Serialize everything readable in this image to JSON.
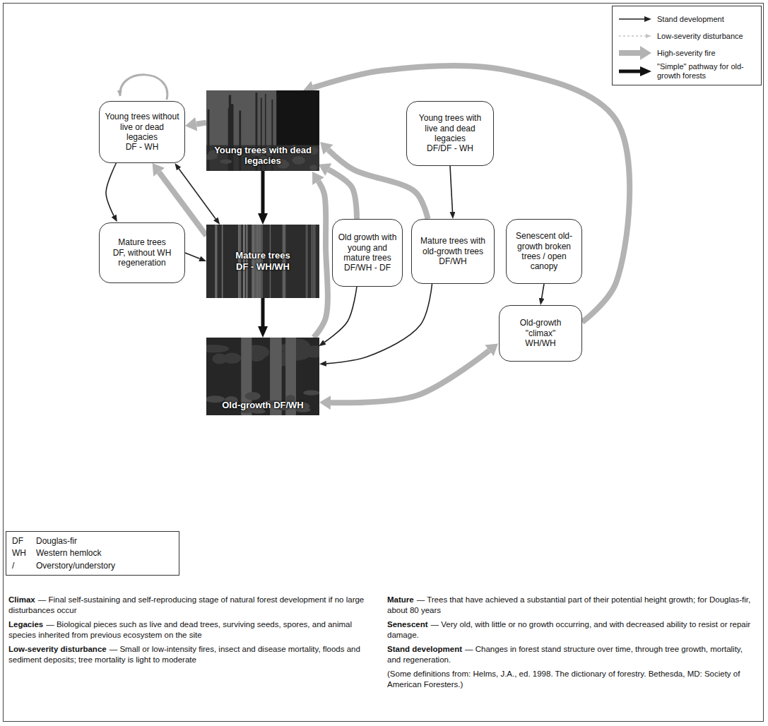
{
  "diagram": {
    "nodes": [
      {
        "text": [
          "Young trees without live or dead legacies",
          "DF - WH"
        ]
      },
      {
        "text": [
          "Young trees with dead legacies"
        ]
      },
      {
        "text": [
          "Young trees with live and dead legacies",
          "DF/DF - WH"
        ]
      },
      {
        "text": [
          "Mature trees",
          "DF, without WH regeneration"
        ]
      },
      {
        "text": [
          "Mature trees",
          "DF - WH/WH"
        ]
      },
      {
        "text": [
          "Old growth with young and mature trees",
          "DF/WH - DF"
        ]
      },
      {
        "text": [
          "Mature trees with old-growth trees",
          "DF/WH"
        ]
      },
      {
        "text": [
          "Senescent old-growth broken trees / open canopy"
        ]
      },
      {
        "text": [
          "Old-growth DF/WH"
        ]
      },
      {
        "text": [
          "Old-growth \"climax\"",
          "WH/WH"
        ]
      }
    ],
    "edges": [
      {
        "from": 1,
        "to": 4,
        "arrow": "to"
      },
      {
        "from": 4,
        "to": 8,
        "arrow": "to"
      },
      {
        "from": 1,
        "to": 0,
        "arrow": "to"
      },
      {
        "from": 0,
        "to": 3,
        "arrow": "to"
      },
      {
        "from": 0,
        "to": 4,
        "arrow": "both"
      },
      {
        "from": 4,
        "to": 0,
        "arrow": "to"
      },
      {
        "from": 3,
        "to": 4,
        "arrow": "to"
      },
      {
        "from": 2,
        "to": 6,
        "arrow": "to"
      },
      {
        "from": 6,
        "to": 8,
        "arrow": "to"
      },
      {
        "from": 5,
        "to": 8,
        "arrow": "to"
      },
      {
        "from": 7,
        "to": 9,
        "arrow": "to"
      },
      {
        "from": 8,
        "to": 9,
        "arrow": "both"
      },
      {
        "from": 5,
        "to": 1,
        "arrow": "to"
      },
      {
        "from": 6,
        "to": 1,
        "arrow": "to"
      },
      {
        "from": 8,
        "to": 1,
        "arrow": "to"
      },
      {
        "from": 9,
        "to": 1,
        "arrow": "to"
      }
    ],
    "labels": [
      "DF",
      "Douglas-fir",
      "WH",
      "Western hemlock",
      "/",
      "Overstory/understory",
      "Climax",
      "— Final self-sustaining and self-reproducing stage of natural forest development if no large disturbances occur",
      "Legacies",
      "— Biological pieces such as live and dead trees, surviving seeds, spores, and animal species inherited from previous ecosystem on the site",
      "Low-severity disturbance",
      "— Small or low-intensity fires, insect and disease mortality, floods and sediment deposits; tree mortality is light to moderate",
      "Mature",
      "— Trees that have achieved a substantial part of their potential height growth; for Douglas-fir, about 80 years",
      "Senescent",
      "— Very old, with little or no growth occurring, and with decreased ability to resist or repair damage.",
      "Stand development",
      "— Changes in forest stand structure over time, through tree growth, mortality, and regeneration.",
      "(Some definitions from: Helms, J.A., ed. 1998. The dictionary of forestry. Bethesda, MD: Society of American Foresters.)"
    ],
    "legend": [
      {
        "text": "Stand development"
      },
      {
        "text": "Low-severity disturbance"
      },
      {
        "text": "High-severity fire"
      },
      {
        "text": "\"Simple\" pathway for old-growth forests"
      }
    ]
  }
}
